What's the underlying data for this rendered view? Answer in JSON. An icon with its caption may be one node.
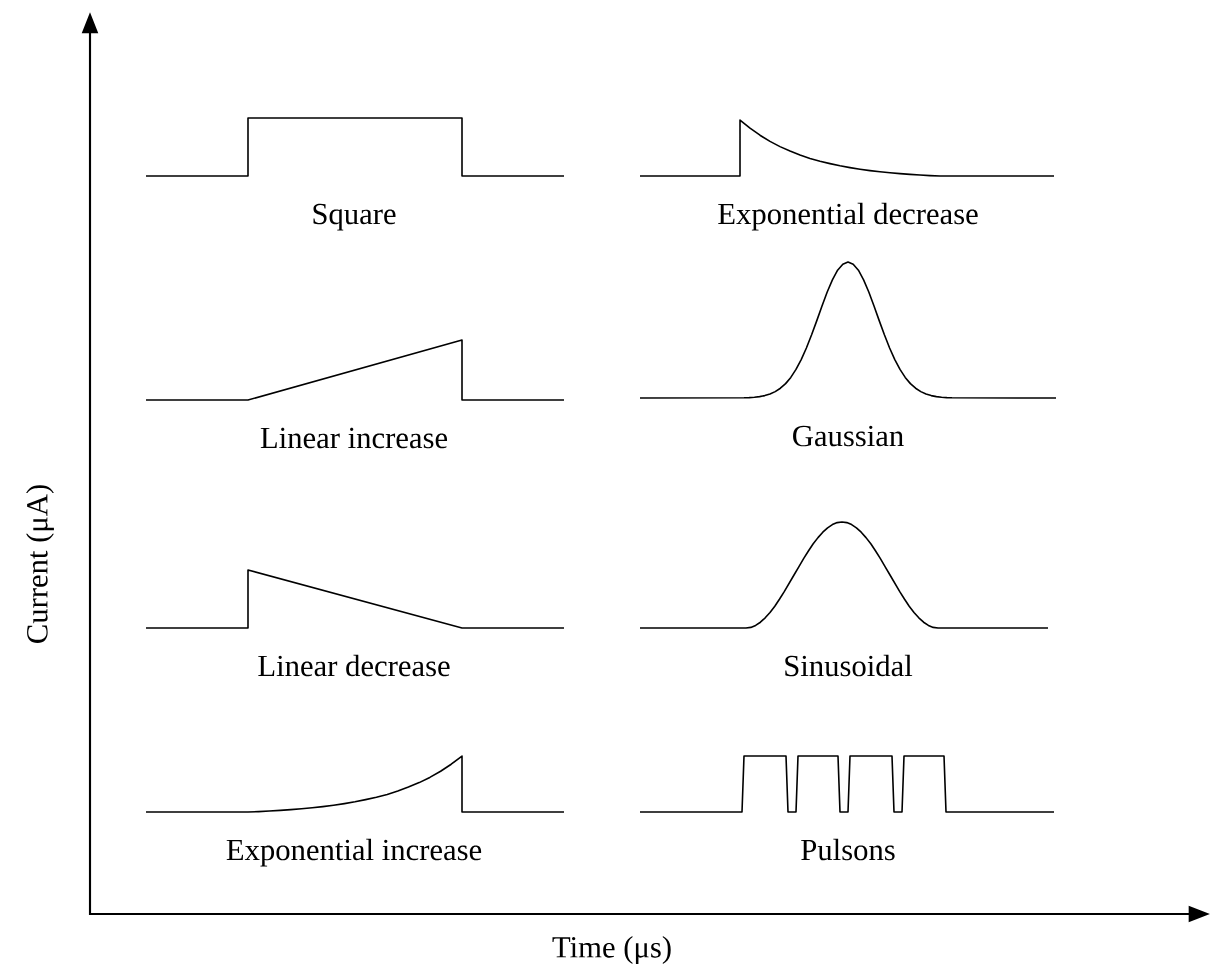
{
  "diagram": {
    "labels": [
      "Square",
      "Exponential decrease",
      "Linear increase",
      "Gaussian",
      "Linear decrease",
      "Sinusoidal",
      "Exponential increase",
      "Pulsons",
      "Current (μA)",
      "Time (μs)"
    ]
  }
}
